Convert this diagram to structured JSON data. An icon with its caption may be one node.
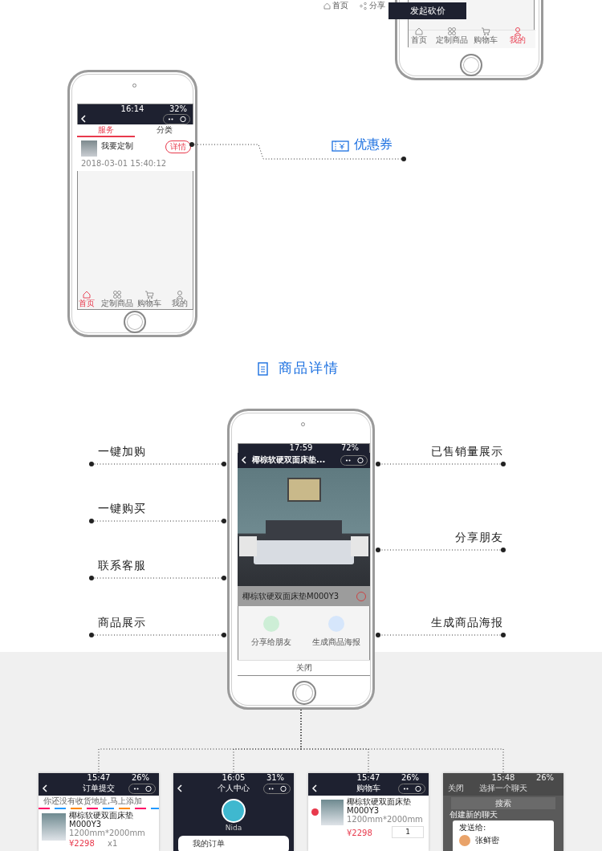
{
  "diagram": {
    "nodes": [
      {
        "text": [],
        "shape": "phone"
      },
      {
        "text": [
          "发起砍价"
        ],
        "in": 0
      },
      {
        "text": [],
        "shape": "phone"
      },
      {
        "text": [
          "服务"
        ],
        "in": 2
      },
      {
        "text": [
          "分类"
        ],
        "in": 2
      },
      {
        "text": [
          "我要定制",
          "2018-03-01 15:40:12"
        ],
        "in": 2
      },
      {
        "text": [
          "详情"
        ],
        "in": 5
      },
      {
        "text": [
          "优惠券"
        ]
      },
      {
        "text": [],
        "shape": "phone"
      },
      {
        "text": [
          "椰棕软硬双面床垫..."
        ],
        "in": 8
      },
      {
        "text": [],
        "shape": "picture",
        "in": 8
      },
      {
        "text": [
          "椰棕软硬双面床垫M000Y3"
        ],
        "in": 8
      },
      {
        "text": [
          "分享给朋友"
        ],
        "in": 8
      },
      {
        "text": [
          "生成商品海报"
        ],
        "in": 8
      },
      {
        "text": [
          "关闭"
        ],
        "in": 8
      },
      {
        "text": [
          "一键加购"
        ]
      },
      {
        "text": [
          "一键购买"
        ]
      },
      {
        "text": [
          "联系客服"
        ]
      },
      {
        "text": [
          "商品展示"
        ]
      },
      {
        "text": [
          "已售销量展示"
        ]
      },
      {
        "text": [
          "分享朋友"
        ]
      },
      {
        "text": [
          "生成商品海报"
        ]
      },
      {
        "text": [
          "订单提交",
          "你还没有收货地址,马上添加",
          "椰棕软硬双面床垫M000Y3",
          "1200mm*2000mm",
          "¥2298",
          "x1"
        ]
      },
      {
        "text": [
          "个人中心",
          "Nida",
          "我的订单"
        ]
      },
      {
        "text": [
          "购物车",
          "椰棕软硬双面床垫M000Y3",
          "1200mm*2000mm",
          "¥2298",
          "1"
        ]
      },
      {
        "text": [
          "关闭",
          "选择一个聊天",
          "搜索",
          "创建新的聊天",
          "发送给:",
          "张鲜密"
        ]
      }
    ],
    "edges": [
      {
        "from": 6,
        "to": 7,
        "arrow": "other"
      },
      {
        "from": 15,
        "to": 8,
        "arrow": "other"
      },
      {
        "from": 16,
        "to": 8,
        "arrow": "other"
      },
      {
        "from": 17,
        "to": 8,
        "arrow": "other"
      },
      {
        "from": 18,
        "to": 8,
        "arrow": "other"
      },
      {
        "from": 19,
        "to": 8,
        "arrow": "other"
      },
      {
        "from": 20,
        "to": 8,
        "arrow": "other"
      },
      {
        "from": 21,
        "to": 8,
        "arrow": "other"
      },
      {
        "from": 8,
        "to": 22,
        "arrow": "none"
      },
      {
        "from": 8,
        "to": 23,
        "arrow": "none"
      },
      {
        "from": 8,
        "to": 24,
        "arrow": "none"
      },
      {
        "from": 8,
        "to": 25,
        "arrow": "none"
      }
    ],
    "labels": [
      "首页",
      "分享",
      "首页",
      "定制商品",
      "购物车",
      "我的",
      "16:14",
      "32%",
      "首页",
      "定制商品",
      "购物车",
      "我的",
      "商品详情",
      "17:59",
      "72%",
      "15:47",
      "26%",
      "16:05",
      "31%",
      "15:47",
      "26%",
      "15:48",
      "26%"
    ]
  }
}
